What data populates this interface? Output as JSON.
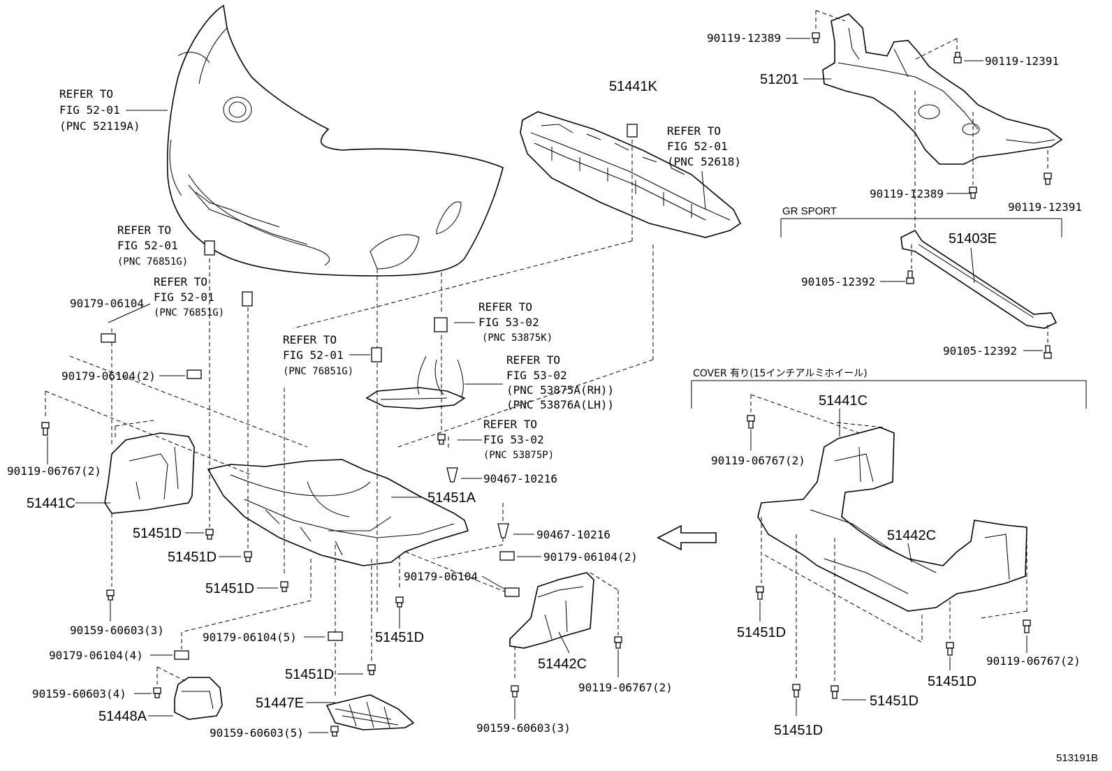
{
  "labels": {
    "front_bumper_ref": [
      "REFER TO",
      "FIG 52-01",
      "(PNC 52119A)"
    ],
    "clip_ref_1": [
      "REFER TO",
      "FIG 52-01",
      "(PNC 76851G)"
    ],
    "clip_ref_2": [
      "REFER TO",
      "FIG 52-01",
      "(PNC 76851G)"
    ],
    "clip_ref_3": [
      "REFER TO",
      "FIG 52-01",
      "(PNC 76851G)"
    ],
    "absorber_ref": [
      "REFER TO",
      "FIG 52-01",
      "(PNC 52618)"
    ],
    "fig53_ref_k": [
      "REFER TO",
      "FIG 53-02",
      "(PNC 53875K)"
    ],
    "fig53_ref_rh_lh": [
      "REFER TO",
      "FIG 53-02",
      "(PNC 53875A(RH))",
      "(PNC 53876A(LH))"
    ],
    "fig53_ref_p": [
      "REFER TO",
      "FIG 53-02",
      "(PNC 53875P)"
    ],
    "p51441K": "51441K",
    "p51201": "51201",
    "p90119_12389_top": "90119-12389",
    "p90119_12391_top": "90119-12391",
    "p90119_12389_mid": "90119-12389",
    "p90119_12391_mid": "90119-12391",
    "gr_sport": "GR SPORT",
    "p51403E": "51403E",
    "p90105_12392_a": "90105-12392",
    "p90105_12392_b": "90105-12392",
    "cover_caption": "COVER 有り(15インチアルミホイール)",
    "p51441C_right": "51441C",
    "p90119_06767_r1": "90119-06767(2)",
    "p51442C_right": "51442C",
    "p51451D_r1": "51451D",
    "p51451D_r2": "51451D",
    "p51451D_r3": "51451D",
    "p51451D_r4": "51451D",
    "p90119_06767_r2": "90119-06767(2)",
    "p90179_06104_a": "90179-06104",
    "p90179_06104_2a": "90179-06104(2)",
    "p90119_06767_l": "90119-06767(2)",
    "p51441C_left": "51441C",
    "p51451D_l1": "51451D",
    "p51451D_l2": "51451D",
    "p51451D_l3": "51451D",
    "p51451A": "51451A",
    "p90467_10216_a": "90467-10216",
    "p90467_10216_b": "90467-10216",
    "p90179_06104_2b": "90179-06104(2)",
    "p90179_06104_b": "90179-06104",
    "p51451D_l4": "51451D",
    "p51451D_l5": "51451D",
    "p90159_60603_3a": "90159-60603(3)",
    "p90179_06104_5": "90179-06104(5)",
    "p90179_06104_4": "90179-06104(4)",
    "p90159_60603_4": "90159-60603(4)",
    "p51448A": "51448A",
    "p51447E": "51447E",
    "p90159_60603_5": "90159-60603(5)",
    "p51442C_left": "51442C",
    "p90119_06767_c": "90119-06767(2)",
    "p90159_60603_3b": "90159-60603(3)",
    "figure_number": "513191B"
  }
}
